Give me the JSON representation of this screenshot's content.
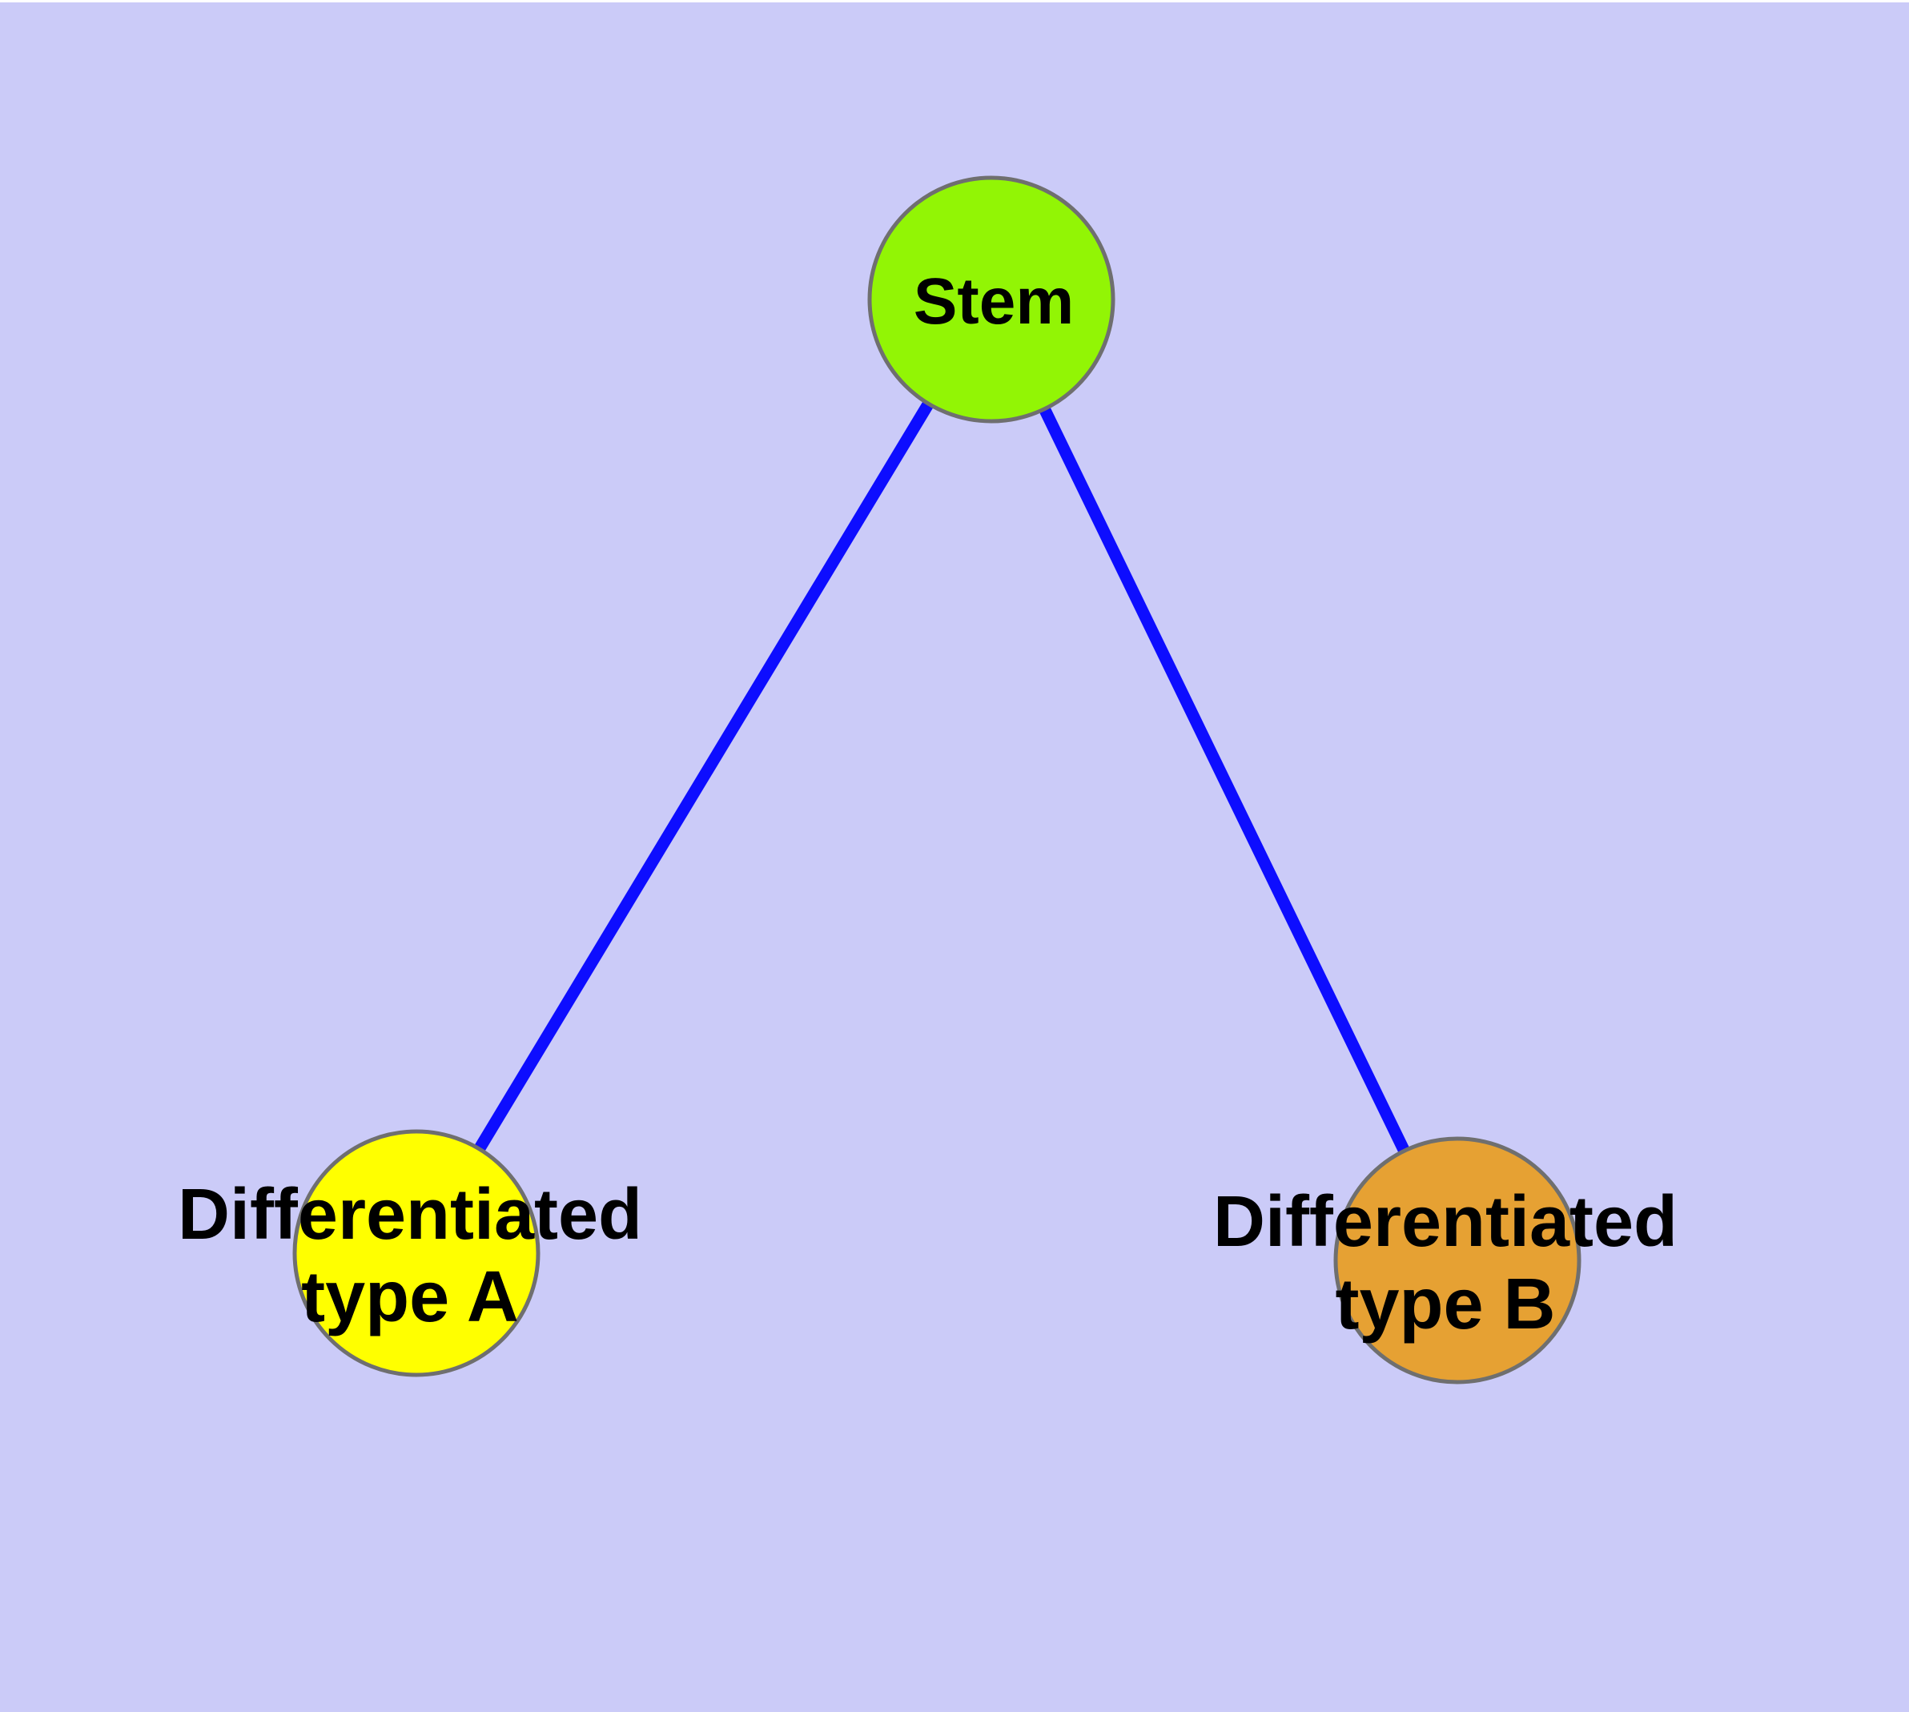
{
  "diagram": {
    "title": "",
    "background_color": "#CBCBF8",
    "top_strip_color": "#FFFFFF",
    "text_color": "#000000",
    "node_border_color": "#6F6F6F",
    "nodes": {
      "stem": {
        "label": "Stem",
        "fill": "#92F505"
      },
      "type_a": {
        "label": "Differentiated type A",
        "label_lines": [
          "Differentiated",
          "type A"
        ],
        "fill": "#FFFF00"
      },
      "type_b": {
        "label": "Differentiated type B",
        "label_lines": [
          "Differentiated",
          "type B"
        ],
        "fill": "#E6A133"
      }
    },
    "edges": {
      "color": "#0D0DFF",
      "list": [
        {
          "from": "Stem",
          "to": "Differentiated type A"
        },
        {
          "from": "Stem",
          "to": "Differentiated type B"
        }
      ]
    }
  }
}
